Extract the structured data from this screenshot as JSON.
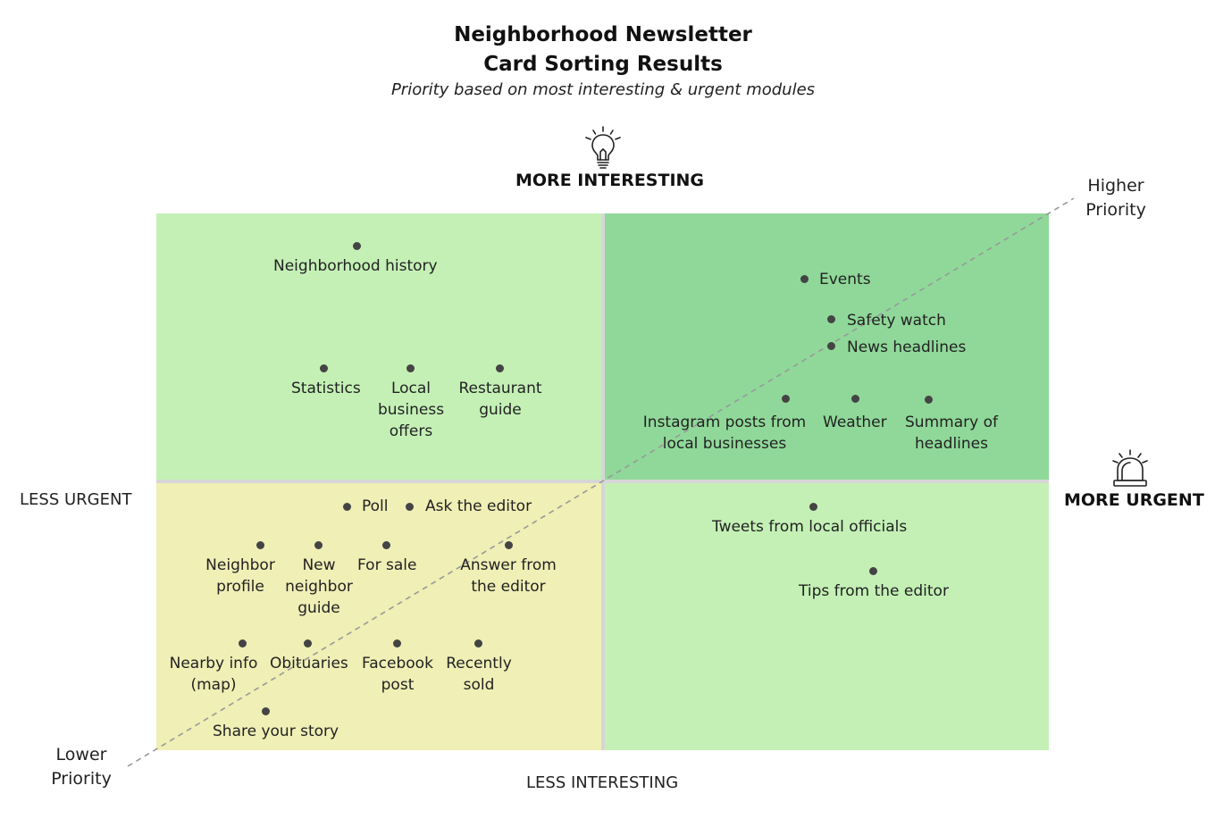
{
  "header": {
    "title_line1": "Neighborhood Newsletter",
    "title_line2": "Card Sorting Results",
    "subtitle": "Priority based on most interesting & urgent modules"
  },
  "axes": {
    "top": "MORE INTERESTING",
    "bottom": "LESS INTERESTING",
    "left": "LESS URGENT",
    "right": "MORE URGENT",
    "top_icon": "lightbulb-icon",
    "right_icon": "siren-icon"
  },
  "priority": {
    "higher_line1": "Higher",
    "higher_line2": "Priority",
    "lower_line1": "Lower",
    "lower_line2": "Priority"
  },
  "colors": {
    "top_left": "#c4f0b6",
    "top_right": "#8fd899",
    "bottom_left": "#efefb6",
    "bottom_right": "#c4f0b6",
    "divider": "#d6d6d6",
    "dot": "#444444",
    "diagonal": "#999999"
  },
  "items": {
    "neighborhood_history": "Neighborhood history",
    "statistics": "Statistics",
    "local_business_offers_1": "Local",
    "local_business_offers_2": "business",
    "local_business_offers_3": "offers",
    "restaurant_guide_1": "Restaurant",
    "restaurant_guide_2": "guide",
    "events": "Events",
    "safety_watch": "Safety watch",
    "news_headlines": "News headlines",
    "instagram_1": "Instagram posts from",
    "instagram_2": "local businesses",
    "weather": "Weather",
    "summary_1": "Summary of",
    "summary_2": "headlines",
    "poll": "Poll",
    "ask_editor": "Ask the editor",
    "neighbor_profile_1": "Neighbor",
    "neighbor_profile_2": "profile",
    "new_neighbor_1": "New",
    "new_neighbor_2": "neighbor",
    "new_neighbor_3": "guide",
    "for_sale": "For sale",
    "answer_editor_1": "Answer from",
    "answer_editor_2": "the editor",
    "nearby_1": "Nearby info",
    "nearby_2": "(map)",
    "obituaries": "Obituaries",
    "facebook_1": "Facebook",
    "facebook_2": "post",
    "recently_1": "Recently",
    "recently_2": "sold",
    "share_story": "Share your story",
    "tweets": "Tweets from local officials",
    "tips": "Tips from the editor"
  }
}
